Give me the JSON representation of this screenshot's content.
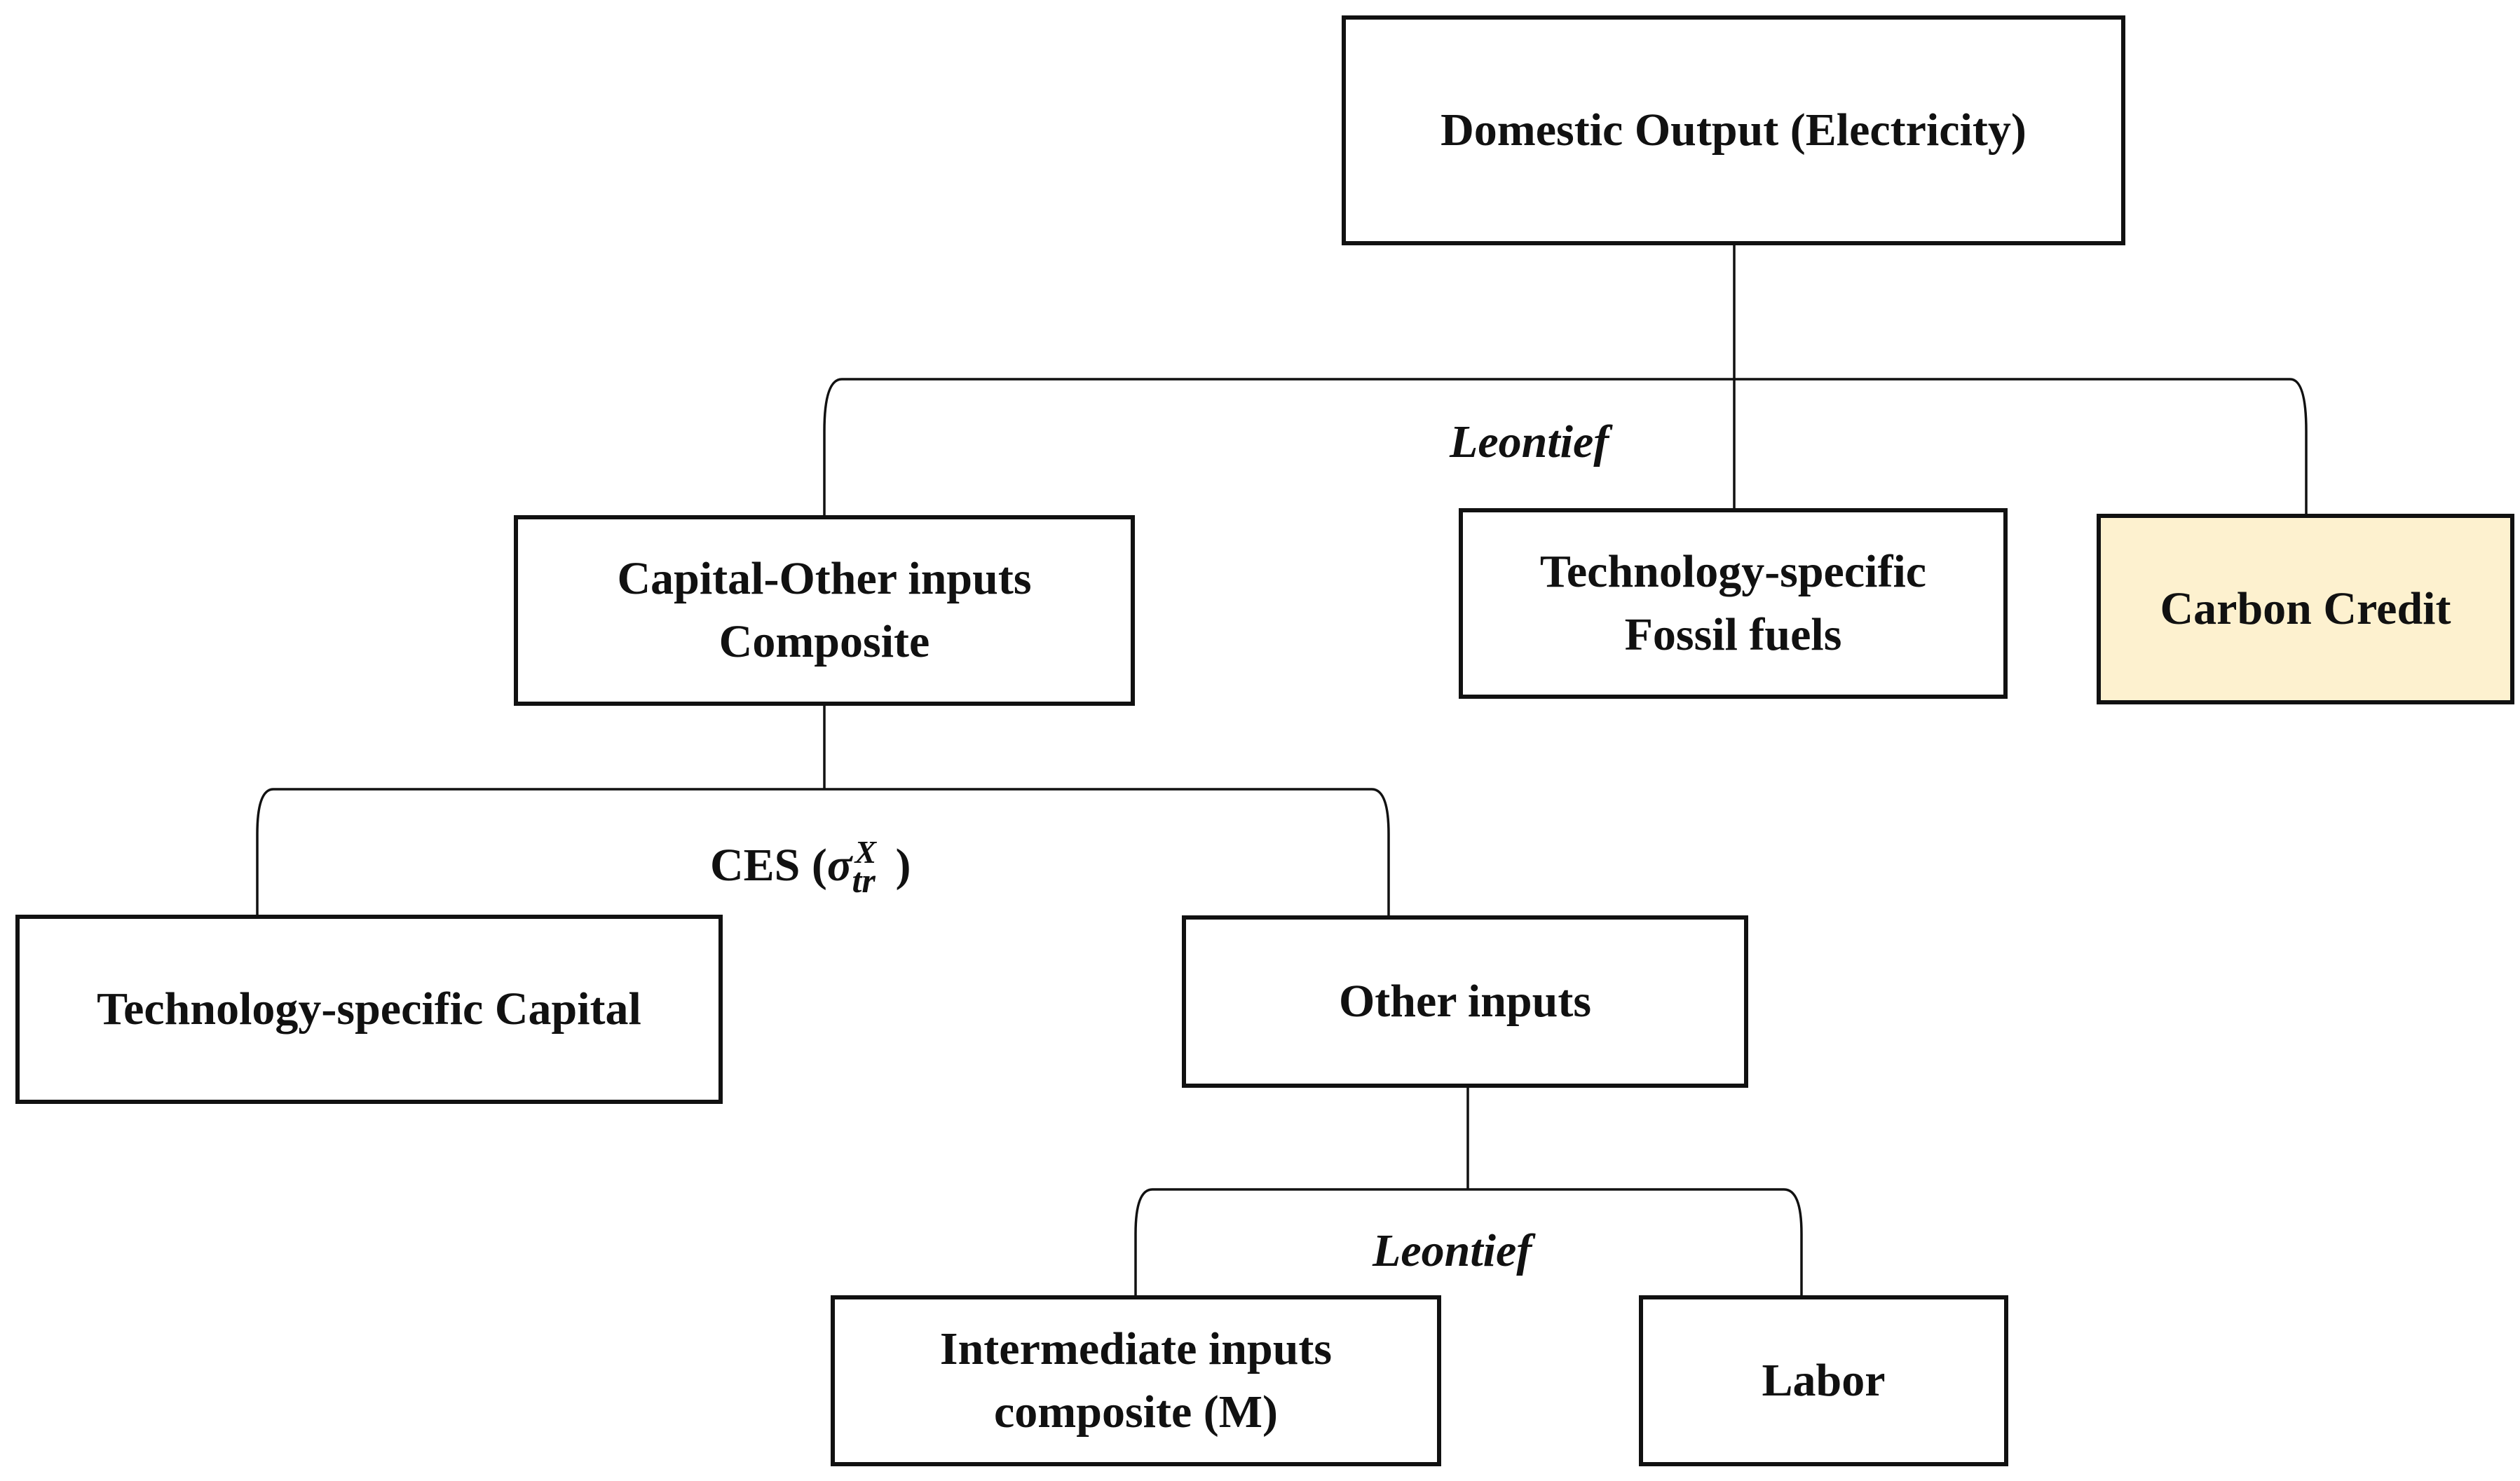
{
  "nodes": {
    "domestic_output": "Domestic Output (Electricity)",
    "capital_other": {
      "line1": "Capital-Other inputs",
      "line2": "Composite"
    },
    "fossil_fuels": {
      "line1": "Technology-specific",
      "line2": "Fossil fuels"
    },
    "carbon_credit": "Carbon Credit",
    "tech_capital": "Technology-specific Capital",
    "other_inputs": "Other inputs",
    "intermediate": {
      "line1": "Intermediate inputs",
      "line2": "composite (M)"
    },
    "labor": "Labor"
  },
  "rules": {
    "top": "Leontief",
    "middle": {
      "prefix": "CES (",
      "symbol": "σ",
      "superscript": "X",
      "subscript": "tr",
      "suffix": ")"
    },
    "bottom": "Leontief"
  },
  "colors": {
    "line": "#111111",
    "highlight_fill": "#fdf1cf"
  }
}
